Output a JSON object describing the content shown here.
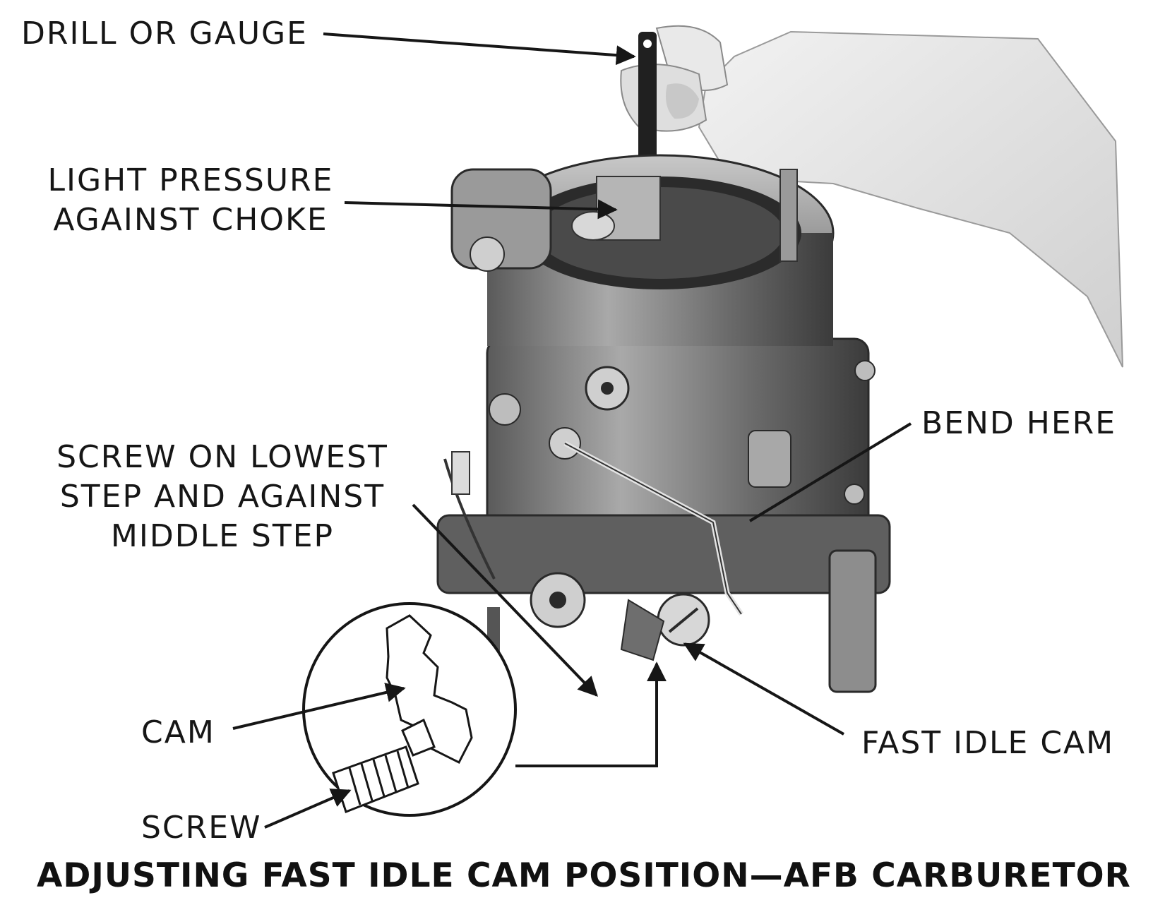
{
  "labels": {
    "drill_or_gauge": "DRILL OR GAUGE",
    "light_pressure_line1": "LIGHT PRESSURE",
    "light_pressure_line2": "AGAINST CHOKE",
    "screw_on_lowest_line1": "SCREW ON LOWEST",
    "screw_on_lowest_line2": "STEP AND AGAINST",
    "screw_on_lowest_line3": "MIDDLE STEP",
    "bend_here": "BEND HERE",
    "fast_idle_cam": "FAST IDLE CAM",
    "cam": "CAM",
    "screw": "SCREW"
  },
  "caption": "ADJUSTING FAST IDLE CAM POSITION—AFB CARBURETOR",
  "colors": {
    "ink": "#161616",
    "metal_dark": "#3a3a3a",
    "metal_mid": "#7a7a7a",
    "metal_light": "#bdbdbd",
    "skin": "#e6e6e6"
  }
}
